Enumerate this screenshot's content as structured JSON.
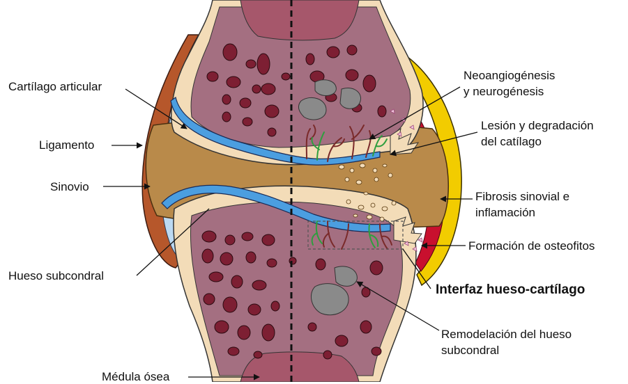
{
  "labels_left": {
    "cartilago": "Cartílago articular",
    "ligamento": "Ligamento",
    "sinovio": "Sinovio",
    "hueso": "Hueso subcondral",
    "medula": "Médula ósea"
  },
  "labels_right": {
    "neo_1": "Neoangiogénesis",
    "neo_2": "y neurogénesis",
    "lesion_1": "Lesión y degradación",
    "lesion_2": "del catílago",
    "fibrosis_1": "Fibrosis sinovial e",
    "fibrosis_2": "inflamación",
    "osteofitos": "Formación de osteofitos",
    "interfaz": "Interfaz hueso-cartílago",
    "remodel_1": "Remodelación del hueso",
    "remodel_2": "subcondral"
  },
  "colors": {
    "bone_outer": "#f3dcb8",
    "bone_inner": "#a46f81",
    "marrow_top": "#a6576b",
    "pores": "#7d1f33",
    "sclerosis": "#8a8a8a",
    "joint_space": "#b98a4a",
    "cartilage": "#4b9ee0",
    "ligament": "#b6572b",
    "synovium_normal": "#bcd9f2",
    "synovium_inflamed": "#c8102e",
    "fibrosis": "#f2cc00",
    "vessels": "#7a2a2a",
    "nerves": "#2e9e3e"
  }
}
